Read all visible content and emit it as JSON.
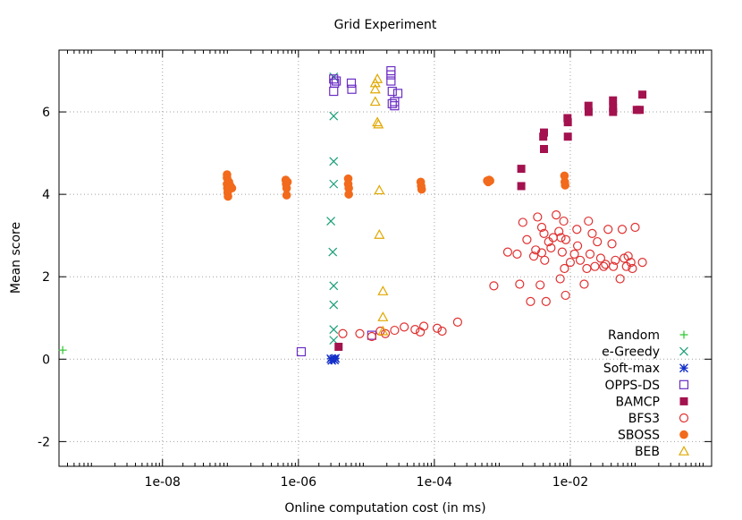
{
  "chart_data": {
    "type": "scatter",
    "title": "Grid Experiment",
    "xlabel": "Online computation cost (in ms)",
    "ylabel": "Mean score",
    "xscale": "log",
    "xlim": [
      3e-10,
      1.2
    ],
    "ylim": [
      -2.6,
      7.5
    ],
    "grid": true,
    "legend_position": "bottom-right",
    "x_ticks": [
      1e-08,
      1e-06,
      0.0001,
      0.01
    ],
    "x_tick_labels": [
      "1e-08",
      "1e-06",
      "1e-04",
      "1e-02"
    ],
    "y_ticks": [
      -2,
      0,
      2,
      4,
      6
    ],
    "y_tick_labels": [
      "-2",
      "0",
      "2",
      "4",
      "6"
    ],
    "series": [
      {
        "name": "Random",
        "marker": "plus",
        "color": "#2ec52e",
        "points": [
          [
            3.4e-10,
            0.22
          ]
        ]
      },
      {
        "name": "e-Greedy",
        "marker": "x",
        "color": "#1a9e77",
        "points": [
          [
            3.3e-06,
            6.85
          ],
          [
            3.3e-06,
            5.9
          ],
          [
            3.3e-06,
            4.8
          ],
          [
            3.3e-06,
            4.25
          ],
          [
            3e-06,
            3.35
          ],
          [
            3.2e-06,
            2.6
          ],
          [
            3.3e-06,
            1.78
          ],
          [
            3.3e-06,
            1.32
          ],
          [
            3.3e-06,
            0.72
          ],
          [
            3.3e-06,
            0.46
          ]
        ]
      },
      {
        "name": "Soft-max",
        "marker": "asterisk",
        "color": "#1530c8",
        "points": [
          [
            3e-06,
            0.01
          ],
          [
            3.3e-06,
            0.0
          ],
          [
            3.5e-06,
            0.02
          ],
          [
            3.1e-06,
            -0.03
          ],
          [
            3.4e-06,
            -0.02
          ]
        ]
      },
      {
        "name": "OPPS-DS",
        "marker": "open-square",
        "color": "#6a2dc4",
        "points": [
          [
            1.1e-06,
            0.18
          ],
          [
            3.3e-06,
            6.8
          ],
          [
            3.4e-06,
            6.7
          ],
          [
            3.3e-06,
            6.5
          ],
          [
            3.6e-06,
            6.75
          ],
          [
            6e-06,
            6.7
          ],
          [
            6.1e-06,
            6.55
          ],
          [
            1.2e-05,
            0.58
          ],
          [
            2.3e-05,
            7.0
          ],
          [
            2.3e-05,
            6.9
          ],
          [
            2.3e-05,
            6.75
          ],
          [
            2.4e-05,
            6.5
          ],
          [
            2.4e-05,
            6.2
          ],
          [
            2.6e-05,
            6.15
          ],
          [
            2.6e-05,
            6.25
          ],
          [
            2.9e-05,
            6.45
          ]
        ]
      },
      {
        "name": "BAMCP",
        "marker": "filled-square",
        "color": "#a3124e",
        "points": [
          [
            3.9e-06,
            0.3
          ],
          [
            0.0019,
            4.62
          ],
          [
            0.0019,
            4.2
          ],
          [
            0.004,
            5.4
          ],
          [
            0.0041,
            5.5
          ],
          [
            0.0041,
            5.1
          ],
          [
            0.0091,
            5.85
          ],
          [
            0.0092,
            5.75
          ],
          [
            0.0092,
            5.4
          ],
          [
            0.0185,
            6.15
          ],
          [
            0.0186,
            6.0
          ],
          [
            0.0425,
            6.28
          ],
          [
            0.0426,
            6.1
          ],
          [
            0.0426,
            6.0
          ],
          [
            0.095,
            6.05
          ],
          [
            0.105,
            6.05
          ],
          [
            0.115,
            6.42
          ]
        ]
      },
      {
        "name": "BFS3",
        "marker": "open-circle",
        "color": "#e03030",
        "points": [
          [
            4.5e-06,
            0.62
          ],
          [
            8e-06,
            0.62
          ],
          [
            1.2e-05,
            0.55
          ],
          [
            1.6e-05,
            0.68
          ],
          [
            1.9e-05,
            0.62
          ],
          [
            2.6e-05,
            0.7
          ],
          [
            3.6e-05,
            0.78
          ],
          [
            5.2e-05,
            0.72
          ],
          [
            6.2e-05,
            0.66
          ],
          [
            7e-05,
            0.8
          ],
          [
            0.00011,
            0.75
          ],
          [
            0.00013,
            0.68
          ],
          [
            0.00022,
            0.9
          ],
          [
            0.00075,
            1.78
          ],
          [
            0.0012,
            2.6
          ],
          [
            0.00165,
            2.55
          ],
          [
            0.0018,
            1.82
          ],
          [
            0.002,
            3.32
          ],
          [
            0.0023,
            2.9
          ],
          [
            0.0026,
            1.4
          ],
          [
            0.0029,
            2.5
          ],
          [
            0.0031,
            2.65
          ],
          [
            0.0033,
            3.45
          ],
          [
            0.0036,
            1.8
          ],
          [
            0.0038,
            3.2
          ],
          [
            0.0038,
            2.58
          ],
          [
            0.0041,
            3.05
          ],
          [
            0.0042,
            2.4
          ],
          [
            0.0044,
            1.4
          ],
          [
            0.0048,
            2.85
          ],
          [
            0.0052,
            2.7
          ],
          [
            0.0056,
            2.95
          ],
          [
            0.0062,
            3.5
          ],
          [
            0.0068,
            3.1
          ],
          [
            0.0071,
            1.95
          ],
          [
            0.0073,
            2.95
          ],
          [
            0.0076,
            2.6
          ],
          [
            0.008,
            3.35
          ],
          [
            0.0082,
            2.2
          ],
          [
            0.0085,
            1.55
          ],
          [
            0.0086,
            2.9
          ],
          [
            0.01,
            2.35
          ],
          [
            0.0115,
            2.55
          ],
          [
            0.0125,
            3.15
          ],
          [
            0.0128,
            2.75
          ],
          [
            0.014,
            2.4
          ],
          [
            0.016,
            1.82
          ],
          [
            0.0175,
            2.2
          ],
          [
            0.0185,
            3.35
          ],
          [
            0.0195,
            2.55
          ],
          [
            0.021,
            3.05
          ],
          [
            0.023,
            2.25
          ],
          [
            0.025,
            2.85
          ],
          [
            0.028,
            2.45
          ],
          [
            0.031,
            2.25
          ],
          [
            0.033,
            2.3
          ],
          [
            0.036,
            3.15
          ],
          [
            0.041,
            2.8
          ],
          [
            0.043,
            2.25
          ],
          [
            0.046,
            2.4
          ],
          [
            0.054,
            1.95
          ],
          [
            0.058,
            3.15
          ],
          [
            0.062,
            2.45
          ],
          [
            0.067,
            2.25
          ],
          [
            0.071,
            2.5
          ],
          [
            0.078,
            2.35
          ],
          [
            0.082,
            2.2
          ],
          [
            0.09,
            3.2
          ],
          [
            0.115,
            2.35
          ]
        ]
      },
      {
        "name": "SBOSS",
        "marker": "filled-circle",
        "color": "#f26a1b",
        "points": [
          [
            8.9e-08,
            4.48
          ],
          [
            8.9e-08,
            4.4
          ],
          [
            8.9e-08,
            4.25
          ],
          [
            9e-08,
            4.15
          ],
          [
            9.1e-08,
            4.05
          ],
          [
            9.2e-08,
            3.95
          ],
          [
            9.5e-08,
            4.3
          ],
          [
            1e-07,
            4.2
          ],
          [
            1.05e-07,
            4.15
          ],
          [
            6.5e-07,
            4.35
          ],
          [
            6.6e-07,
            4.25
          ],
          [
            6.7e-07,
            4.15
          ],
          [
            6.7e-07,
            3.98
          ],
          [
            6.9e-07,
            4.3
          ],
          [
            5.4e-06,
            4.38
          ],
          [
            5.4e-06,
            4.25
          ],
          [
            5.5e-06,
            4.15
          ],
          [
            5.5e-06,
            4.0
          ],
          [
            6.3e-05,
            4.3
          ],
          [
            6.4e-05,
            4.2
          ],
          [
            6.5e-05,
            4.12
          ],
          [
            0.0006,
            4.33
          ],
          [
            0.00062,
            4.3
          ],
          [
            0.00064,
            4.35
          ],
          [
            0.00066,
            4.33
          ],
          [
            0.0082,
            4.45
          ],
          [
            0.0083,
            4.3
          ],
          [
            0.0084,
            4.22
          ]
        ]
      },
      {
        "name": "BEB",
        "marker": "open-triangle",
        "color": "#e0a800",
        "points": [
          [
            1.35e-05,
            6.7
          ],
          [
            1.35e-05,
            6.55
          ],
          [
            1.35e-05,
            6.25
          ],
          [
            1.45e-05,
            6.8
          ],
          [
            1.45e-05,
            5.75
          ],
          [
            1.5e-05,
            5.7
          ],
          [
            1.55e-05,
            4.1
          ],
          [
            1.55e-05,
            3.02
          ],
          [
            1.75e-05,
            1.65
          ],
          [
            1.75e-05,
            1.02
          ],
          [
            1.75e-05,
            0.68
          ]
        ]
      }
    ]
  }
}
